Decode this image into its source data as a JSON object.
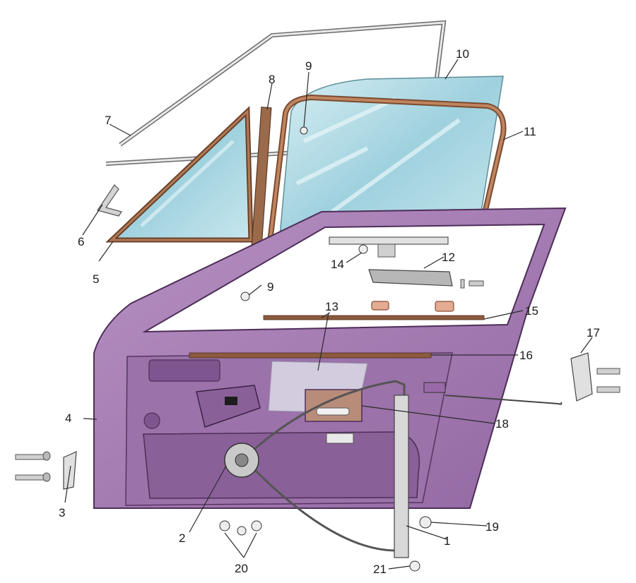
{
  "callouts": [
    {
      "id": "c1",
      "label": "1"
    },
    {
      "id": "c2",
      "label": "2"
    },
    {
      "id": "c3",
      "label": "3"
    },
    {
      "id": "c4",
      "label": "4"
    },
    {
      "id": "c5",
      "label": "5"
    },
    {
      "id": "c6",
      "label": "6"
    },
    {
      "id": "c7",
      "label": "7"
    },
    {
      "id": "c8",
      "label": "8"
    },
    {
      "id": "c9a",
      "label": "9"
    },
    {
      "id": "c9b",
      "label": "9"
    },
    {
      "id": "c10",
      "label": "10"
    },
    {
      "id": "c11",
      "label": "11"
    },
    {
      "id": "c12",
      "label": "12"
    },
    {
      "id": "c13",
      "label": "13"
    },
    {
      "id": "c14",
      "label": "14"
    },
    {
      "id": "c15",
      "label": "15"
    },
    {
      "id": "c16",
      "label": "16"
    },
    {
      "id": "c17",
      "label": "17"
    },
    {
      "id": "c18",
      "label": "18"
    },
    {
      "id": "c19",
      "label": "19"
    },
    {
      "id": "c20",
      "label": "20"
    },
    {
      "id": "c21",
      "label": "21"
    }
  ],
  "colors": {
    "door_panel": "#a77fb3",
    "door_panel_dark": "#8a5f99",
    "door_frame": "#b58ac0",
    "glass": "#aedbe6",
    "glass_highlight": "#e6f5f8",
    "seal": "#8b5a3c",
    "chrome": "#c9c9c9",
    "bracket_pink": "#c8866a"
  }
}
